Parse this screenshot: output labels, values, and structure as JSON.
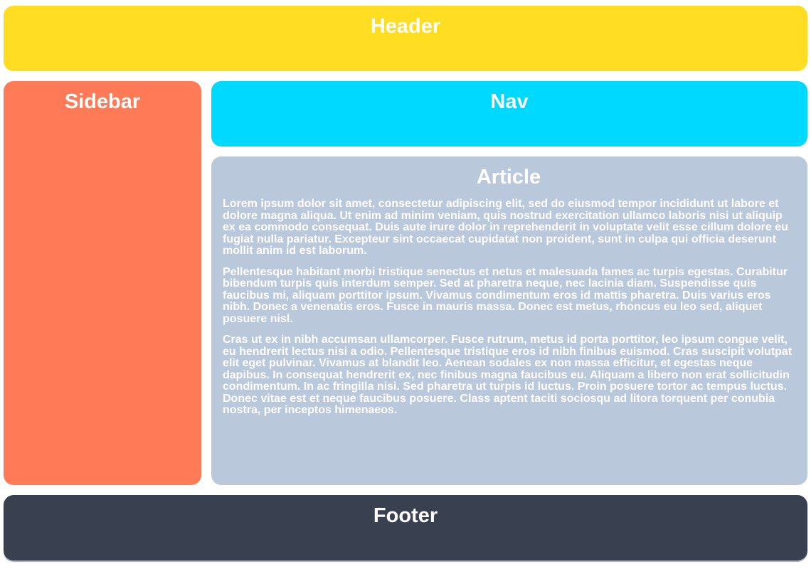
{
  "colors": {
    "header_bg": "#ffdd22",
    "sidebar_bg": "#ff7b57",
    "nav_bg": "#00d9ff",
    "article_bg": "#bac8dc",
    "footer_bg": "#394050",
    "text": "#ffffff"
  },
  "header": {
    "title": "Header"
  },
  "sidebar": {
    "title": "Sidebar"
  },
  "nav": {
    "title": "Nav"
  },
  "article": {
    "title": "Article",
    "paragraphs": [
      "Lorem ipsum dolor sit amet, consectetur adipiscing elit, sed do eiusmod tempor incididunt ut labore et dolore magna aliqua. Ut enim ad minim veniam, quis nostrud exercitation ullamco laboris nisi ut aliquip ex ea commodo consequat. Duis aute irure dolor in reprehenderit in voluptate velit esse cillum dolore eu fugiat nulla pariatur. Excepteur sint occaecat cupidatat non proident, sunt in culpa qui officia deserunt mollit anim id est laborum.",
      "Pellentesque habitant morbi tristique senectus et netus et malesuada fames ac turpis egestas. Curabitur bibendum turpis quis interdum semper. Sed at pharetra neque, nec lacinia diam. Suspendisse quis faucibus mi, aliquam porttitor ipsum. Vivamus condimentum eros id mattis pharetra. Duis varius eros nibh. Donec a venenatis eros. Fusce in mauris massa. Donec est metus, rhoncus eu leo sed, aliquet posuere nisl.",
      "Cras ut ex in nibh accumsan ullamcorper. Fusce rutrum, metus id porta porttitor, leo ipsum congue velit, eu hendrerit lectus nisi a odio. Pellentesque tristique eros id nibh finibus euismod. Cras suscipit volutpat elit eget pulvinar. Vivamus at blandit leo. Aenean sodales ex non massa efficitur, et egestas neque dapibus. In consequat hendrerit ex, nec finibus magna faucibus eu. Aliquam a libero non erat sollicitudin condimentum. In ac fringilla nisi. Sed pharetra ut turpis id luctus. Proin posuere tortor ac tempus luctus. Donec vitae est et neque faucibus posuere. Class aptent taciti sociosqu ad litora torquent per conubia nostra, per inceptos himenaeos."
    ]
  },
  "footer": {
    "title": "Footer"
  }
}
